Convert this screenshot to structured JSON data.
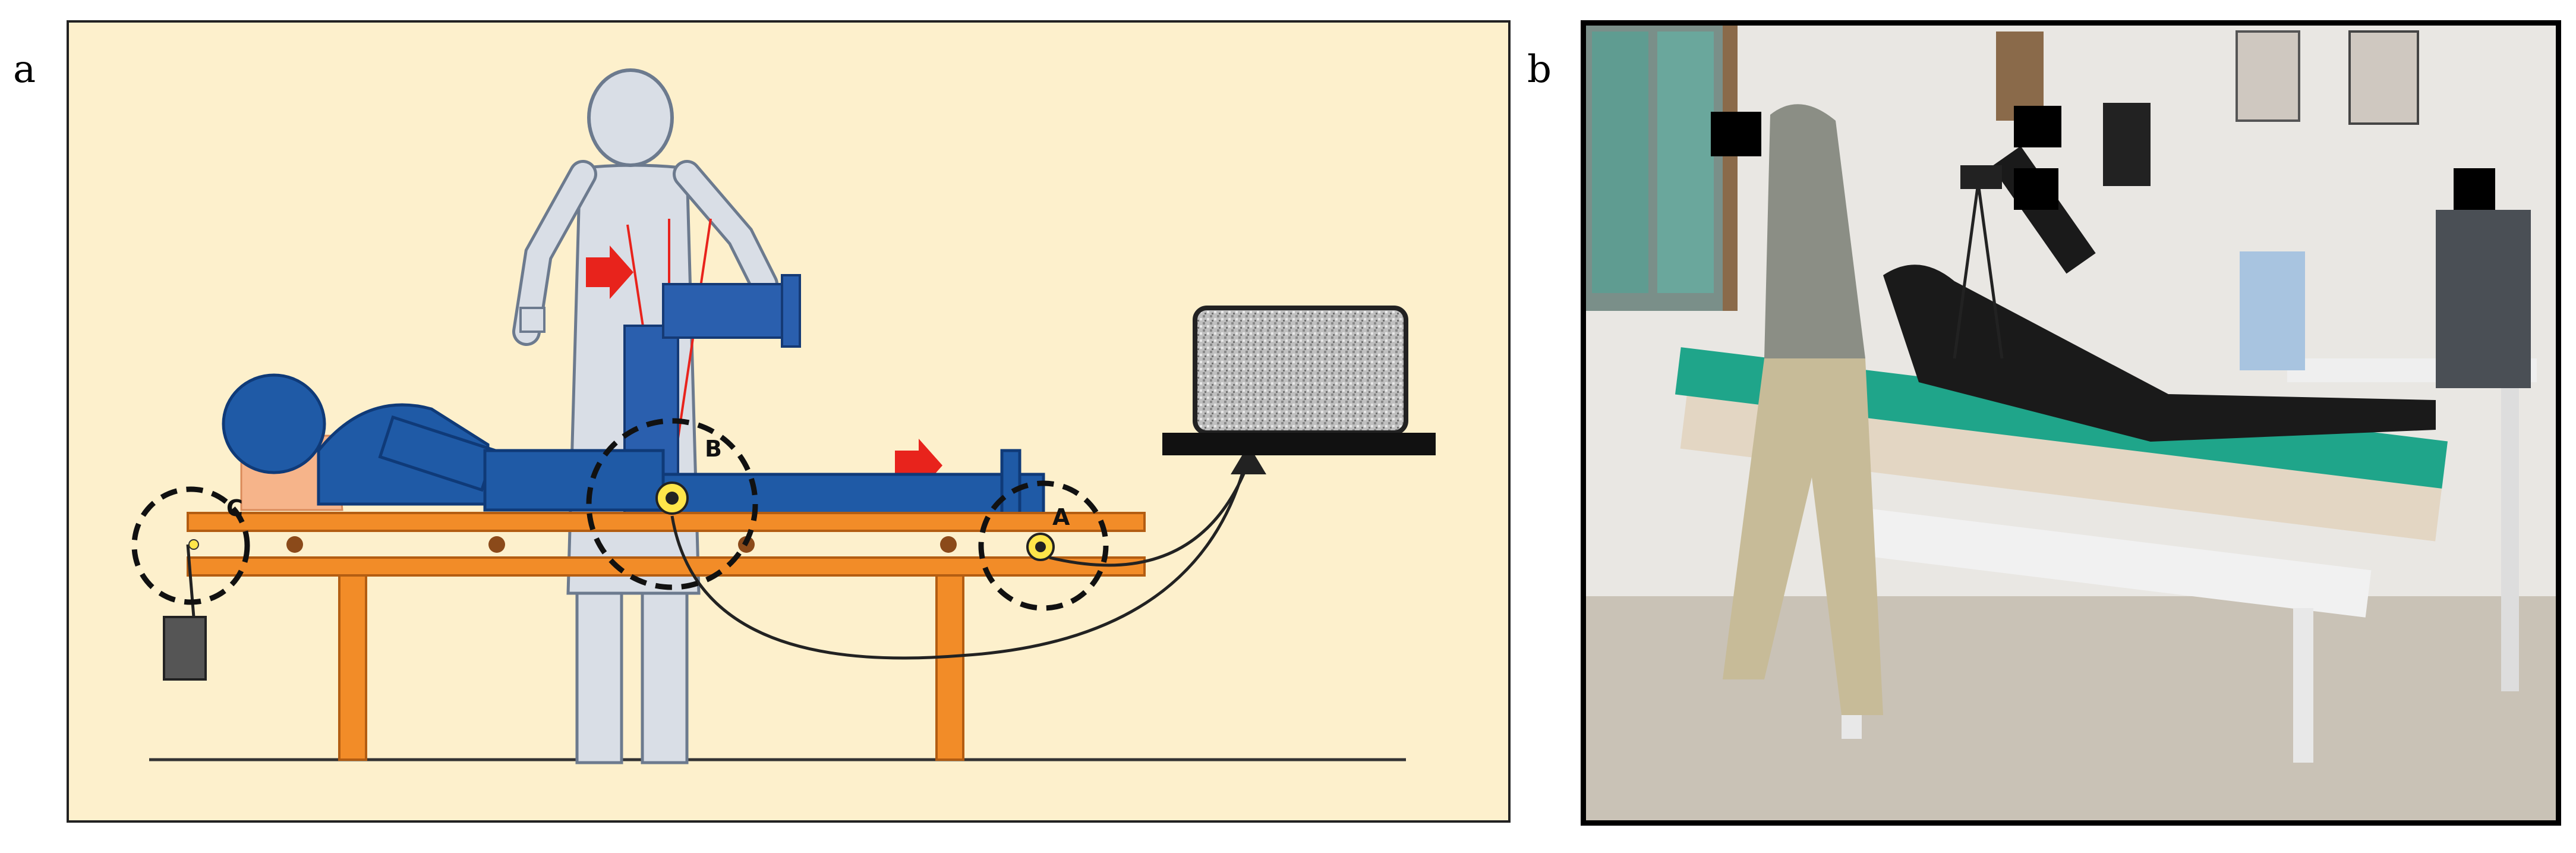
{
  "panels": {
    "a": {
      "letter": "a"
    },
    "b": {
      "letter": "b"
    }
  },
  "diagram": {
    "markers": {
      "A": "A",
      "B": "B",
      "C": "C"
    }
  },
  "colors": {
    "background": "#fdf0cc",
    "table": "#f28c28",
    "patient": "#1f5aa6",
    "clinician": "#d9dee6",
    "arrows": "#e8231c",
    "mat": "#18a78a"
  },
  "icons": [
    "pulley-icon",
    "load-cell-icon",
    "monitor-icon",
    "weight-icon"
  ]
}
